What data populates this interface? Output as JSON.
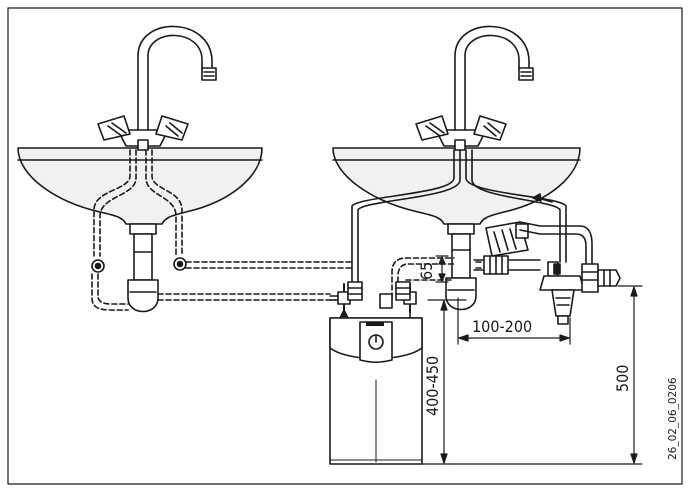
{
  "figure_code": "26_02_06_0206",
  "dimensions": {
    "pipe_offset": "65",
    "horizontal_spacing": "100-200",
    "heater_height": "400-450",
    "outlet_height": "500"
  },
  "colors": {
    "line": "#1a1a1a",
    "sink_fill": "#f1f1f1",
    "heater_fill": "#ffffff",
    "background": "#ffffff"
  }
}
